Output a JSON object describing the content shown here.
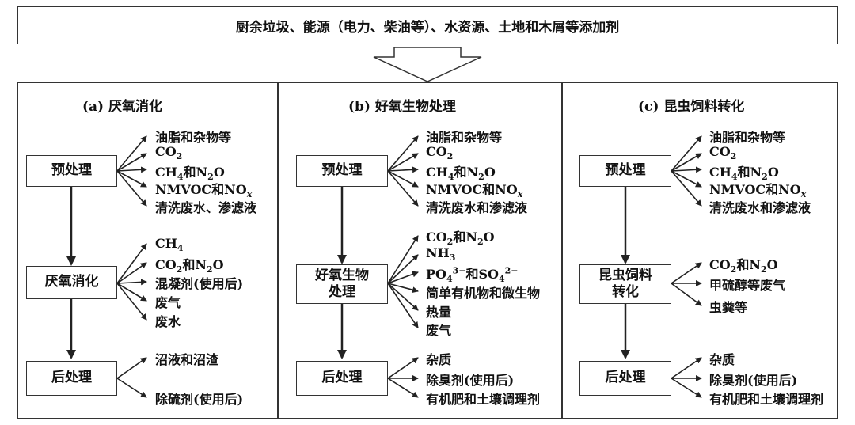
{
  "top_inputs": "厨余垃圾、能源（电力、柴油等）、水资源、土地和木屑等添加剂",
  "panels": {
    "a": {
      "title": "(a) 厌氧消化",
      "stage1": "预处理",
      "stage2": "厌氧消化",
      "stage3": "后处理",
      "out1": [
        "油脂和杂物等",
        "CO2",
        "CH4和N2O",
        "NMVOC和NOx",
        "清洗废水、渗滤液"
      ],
      "out2": [
        "CH4",
        "CO2和N2O",
        "混凝剂(使用后)",
        "废气",
        "废水"
      ],
      "out3": [
        "沼液和沼渣",
        "除硫剂(使用后)"
      ]
    },
    "b": {
      "title": "(b) 好氧生物处理",
      "stage1": "预处理",
      "stage2": "好氧生物处理",
      "stage3": "后处理",
      "out1": [
        "油脂和杂物等",
        "CO2",
        "CH4和N2O",
        "NMVOC和NOx",
        "清洗废水和渗滤液"
      ],
      "out2": [
        "CO2和N2O",
        "NH3",
        "PO43−和SO42−",
        "简单有机物和微生物",
        "热量",
        "废气"
      ],
      "out3": [
        "杂质",
        "除臭剂(使用后)",
        "有机肥和土壤调理剂"
      ]
    },
    "c": {
      "title": "(c) 昆虫饲料转化",
      "stage1": "预处理",
      "stage2": "昆虫饲料转化",
      "stage3": "后处理",
      "out1": [
        "油脂和杂物等",
        "CO2",
        "CH4和N2O",
        "NMVOC和NOx",
        "清洗废水和渗滤液"
      ],
      "out2": [
        "CO2和N2O",
        "甲硫醇等废气",
        "虫粪等"
      ],
      "out3": [
        "杂质",
        "除臭剂(使用后)",
        "有机肥和土壤调理剂"
      ]
    }
  }
}
